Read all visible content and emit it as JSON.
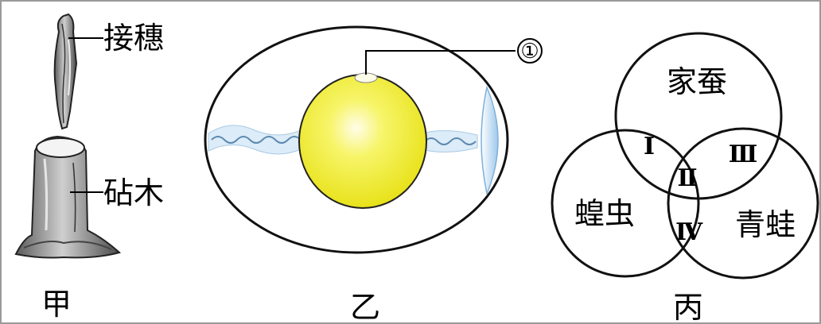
{
  "panel_jia": {
    "scion_label": "接穗",
    "rootstock_label": "砧木",
    "caption": "甲"
  },
  "panel_yi": {
    "marker_label": "①",
    "caption": "乙"
  },
  "panel_bing": {
    "top_circle_label": "家蚕",
    "left_circle_label": "蝗虫",
    "right_circle_label": "青蛙",
    "region_1": "Ⅰ",
    "region_2": "Ⅱ",
    "region_3": "Ⅲ",
    "region_4": "Ⅳ",
    "caption": "丙"
  },
  "colors": {
    "border": "#9a9a9a",
    "yolk": "#f2f03a",
    "chalaza": "#cfe6f5",
    "line": "#000000"
  }
}
